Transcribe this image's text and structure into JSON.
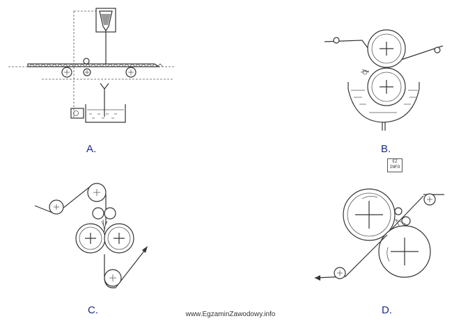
{
  "options": [
    {
      "id": "a",
      "label": "A."
    },
    {
      "id": "b",
      "label": "B."
    },
    {
      "id": "c",
      "label": "C."
    },
    {
      "id": "d",
      "label": "D."
    }
  ],
  "logo_text": "EZ INFO",
  "footer": {
    "source": "www.EgzaminZawodowy.info"
  },
  "colors": {
    "caption": "#1a2a8c",
    "line": "#333333"
  }
}
